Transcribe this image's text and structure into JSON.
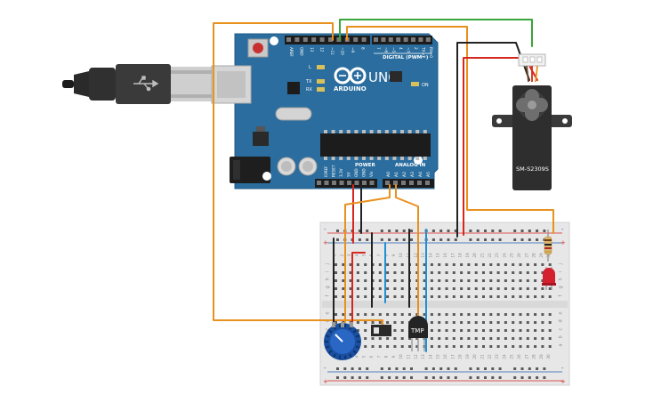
{
  "board": {
    "logo_text": "ARDUINO",
    "model": "UNO",
    "digital_label": "DIGITAL (PWM~)",
    "power_label": "POWER",
    "analog_label": "ANALOG IN",
    "on_label": "ON",
    "l_label": "L",
    "tx_label": "TX",
    "rx_label": "RX",
    "digital_pins": [
      "AREF",
      "GND",
      "13",
      "12",
      "~11",
      "~10",
      "~9",
      "8",
      "7",
      "~6",
      "~5",
      "4",
      "~3",
      "2",
      "TX→1",
      "RX←0"
    ],
    "power_pins": [
      "IOREF",
      "RESET",
      "3.3V",
      "5V",
      "GND",
      "GND",
      "Vin"
    ],
    "analog_pins": [
      "A0",
      "A1",
      "A2",
      "A3",
      "A4",
      "A5"
    ]
  },
  "servo": {
    "label": "SM-S2309S"
  },
  "sensor": {
    "label": "TMP"
  },
  "breadboard": {
    "plus": "+",
    "minus": "-",
    "row_letters_top": [
      "j",
      "i",
      "h",
      "g",
      "f"
    ],
    "row_letters_bottom": [
      "e",
      "d",
      "c",
      "b",
      "a"
    ],
    "columns": [
      "1",
      "2",
      "3",
      "4",
      "5",
      "6",
      "7",
      "8",
      "9",
      "10",
      "11",
      "12",
      "13",
      "14",
      "15",
      "16",
      "17",
      "18",
      "19",
      "20",
      "21",
      "22",
      "23",
      "24",
      "25",
      "26",
      "27",
      "28",
      "29",
      "30"
    ]
  },
  "colors": {
    "board": "#2a6d9e",
    "wire_orange": "#e8911f",
    "wire_green": "#3aa53a",
    "wire_red": "#d7261e",
    "wire_black": "#222222",
    "wire_blue": "#1f8fd6",
    "breadboard": "#e7e7e7"
  },
  "icons": [
    "usb-plug-icon",
    "potentiometer-icon",
    "led-icon",
    "resistor-icon",
    "slide-switch-icon"
  ]
}
